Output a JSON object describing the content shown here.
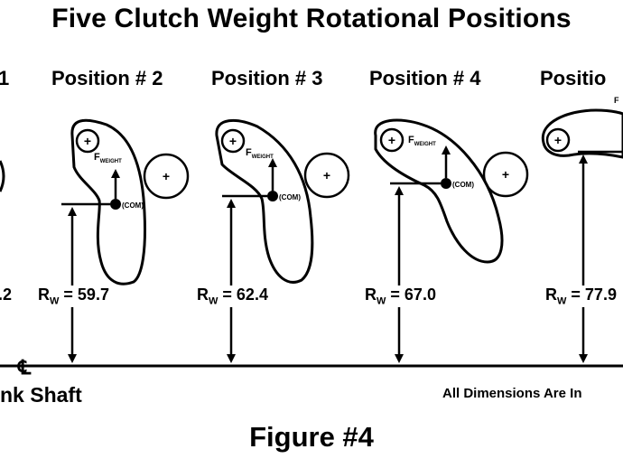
{
  "title": "Five Clutch Weight Rotational Positions",
  "positions": [
    {
      "label": "1",
      "rw_value": ".2"
    },
    {
      "label": "Position # 2",
      "rw_value": "= 59.7"
    },
    {
      "label": "Position # 3",
      "rw_value": "= 62.4"
    },
    {
      "label": "Position # 4",
      "rw_value": "= 67.0"
    },
    {
      "label": "Positio",
      "rw_value": "= 77.9"
    }
  ],
  "rw_symbol": "R",
  "rw_sub": "W",
  "force_label": "F",
  "force_sub": "WEIGHT",
  "com_label": "(COM)",
  "centerline_symbol": "℄",
  "shaft_label": "nk Shaft",
  "dimensions_note": "All Dimensions Are In",
  "figure_caption": "Figure #4"
}
